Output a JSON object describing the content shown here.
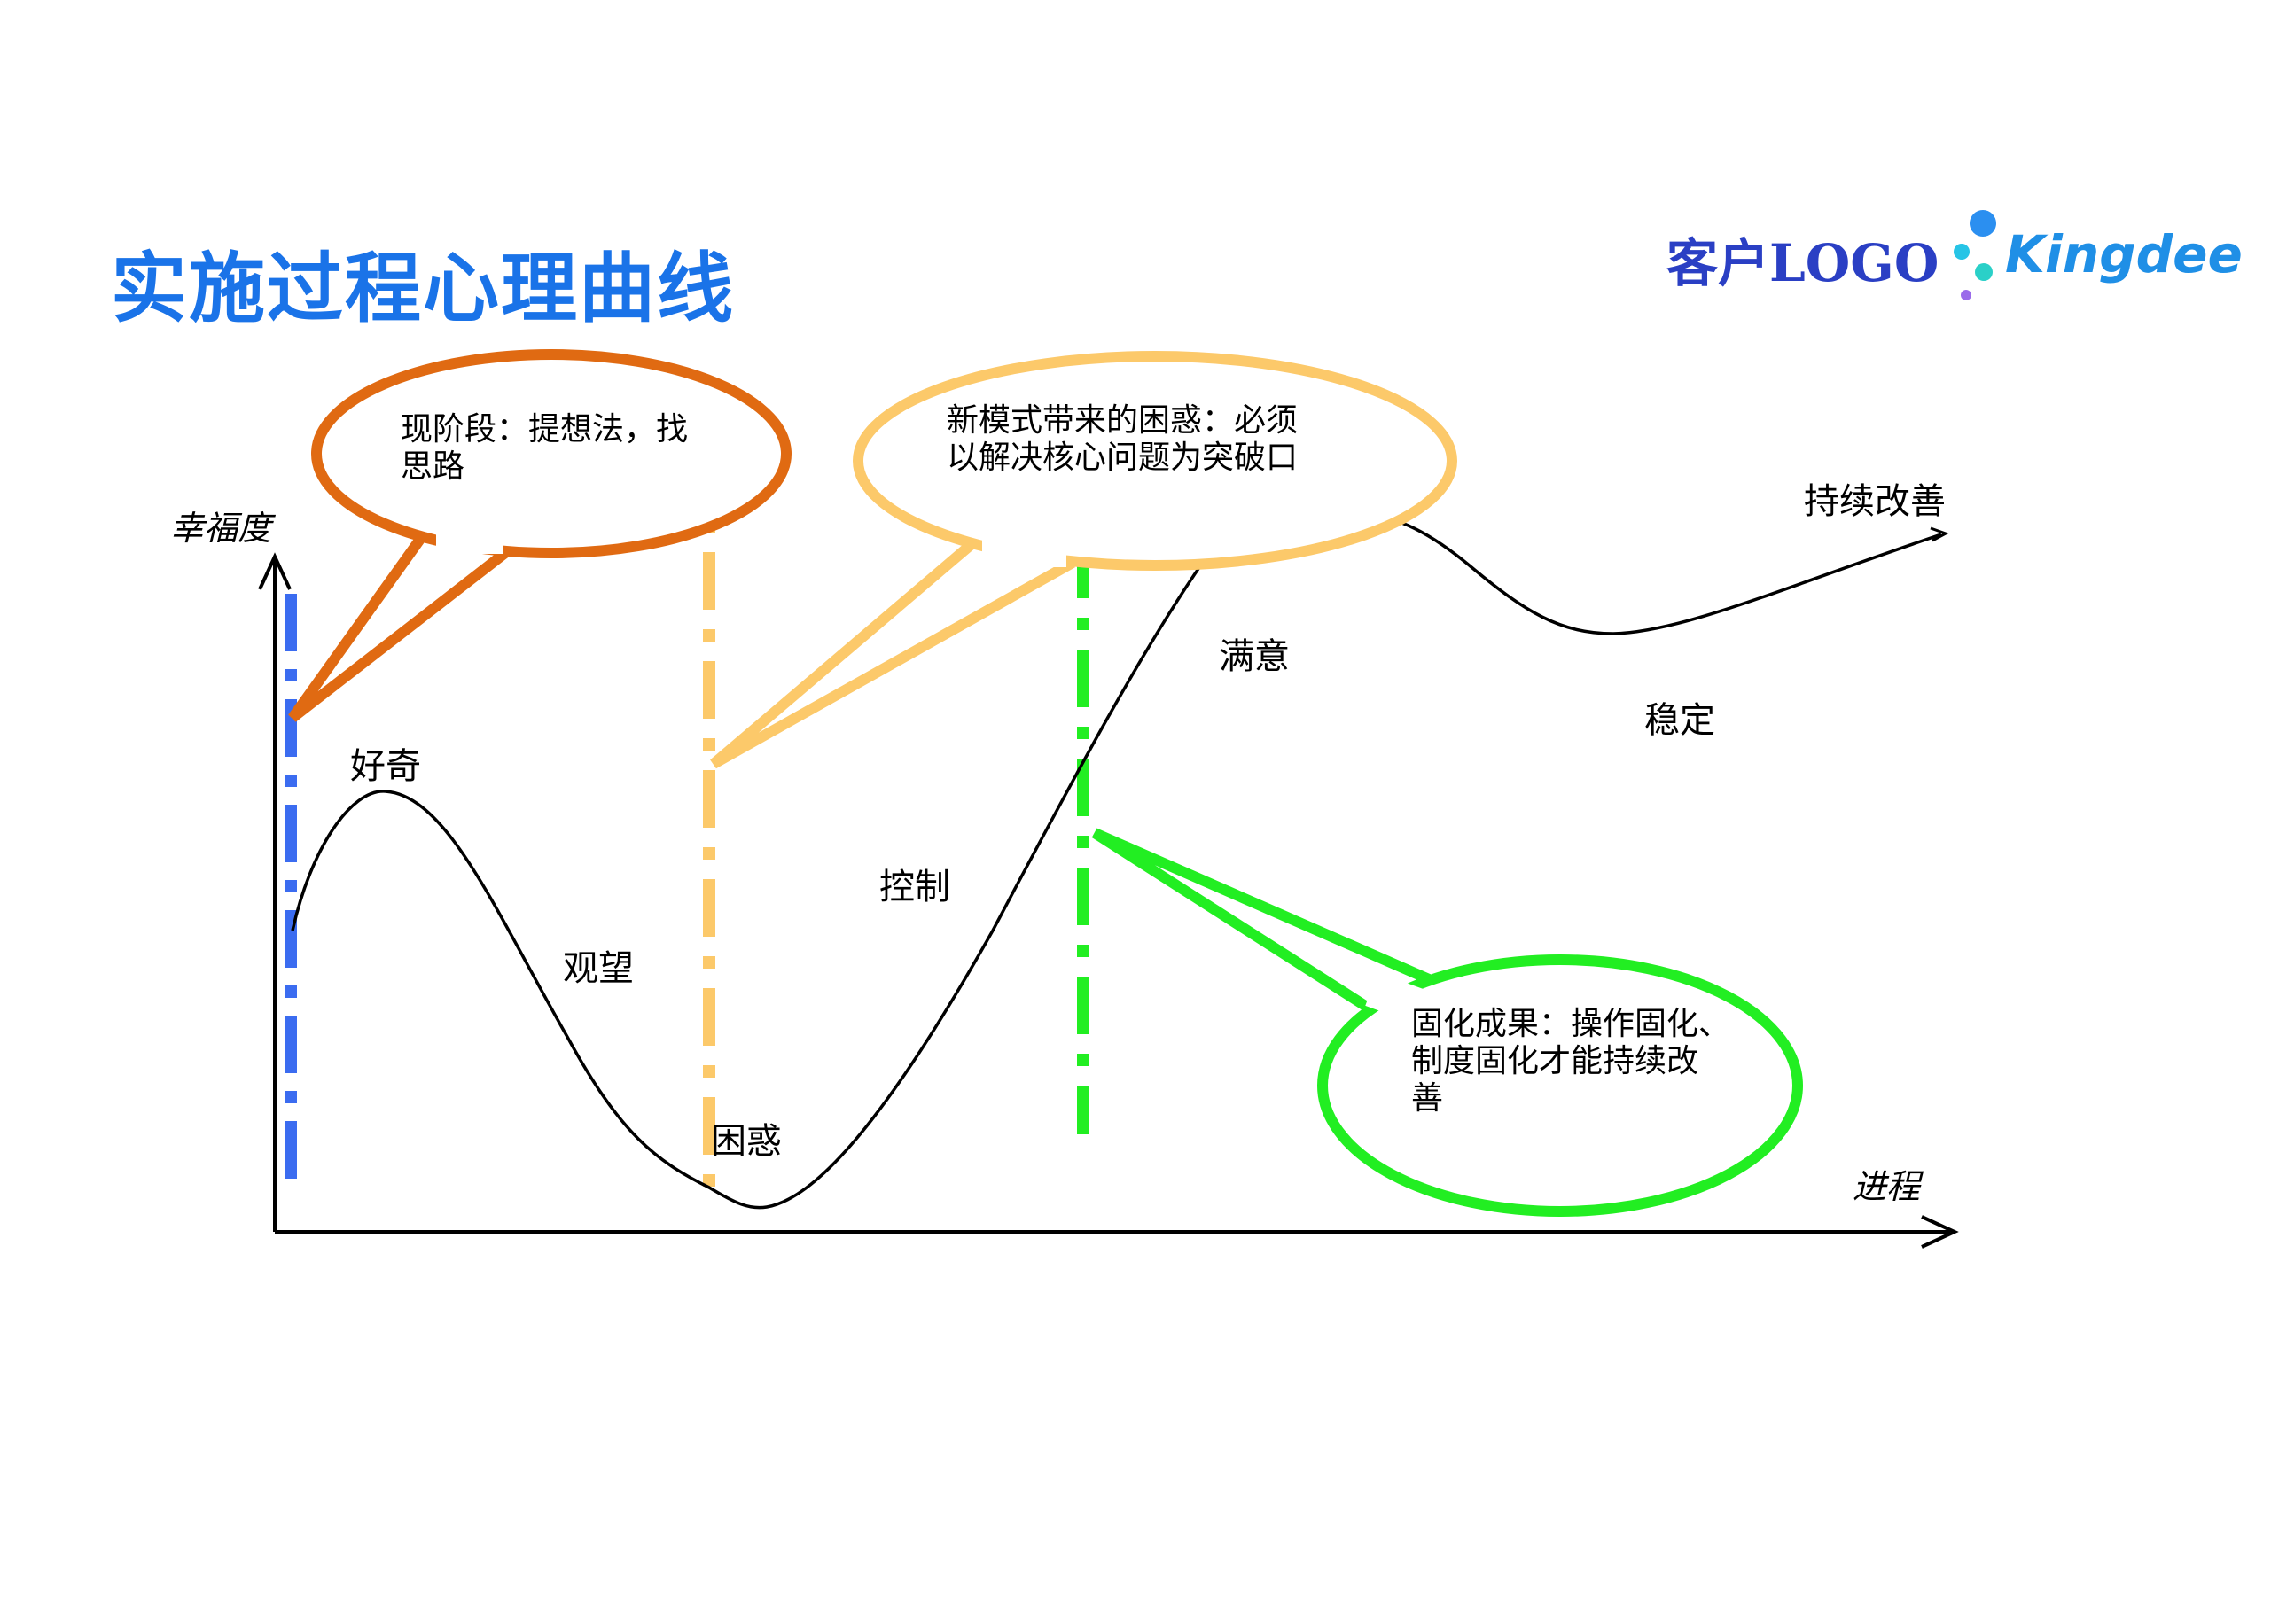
{
  "title": "实施过程心理曲线",
  "logo": {
    "customer_text": "客户LOGO",
    "brand_text": "Kingdee",
    "brand_color": "#1f8fe6"
  },
  "axes": {
    "y_label": "幸福度",
    "x_label": "进程"
  },
  "stages": {
    "curious": "好奇",
    "watching": "观望",
    "confused": "困惑",
    "control": "控制",
    "satisfied": "满意",
    "stable": "稳定",
    "improve": "持续改善"
  },
  "bubbles": {
    "orange": {
      "line1": "现阶段：提想法，找",
      "line2": "思路",
      "color": "#e06a12"
    },
    "yellow": {
      "line1": "新模式带来的困惑：必须",
      "line2": "以解决核心问题为突破口",
      "color": "#fcc96a"
    },
    "green": {
      "line1": "固化成果：操作固化、",
      "line2": "制度固化才能持续改",
      "line3": "善",
      "color": "#22ee22"
    }
  },
  "colors": {
    "blue_divider": "#3b6cf0",
    "orange_divider": "#fcc96a",
    "green_divider": "#22ee22",
    "curve": "#000000",
    "title": "#1a73e8"
  }
}
